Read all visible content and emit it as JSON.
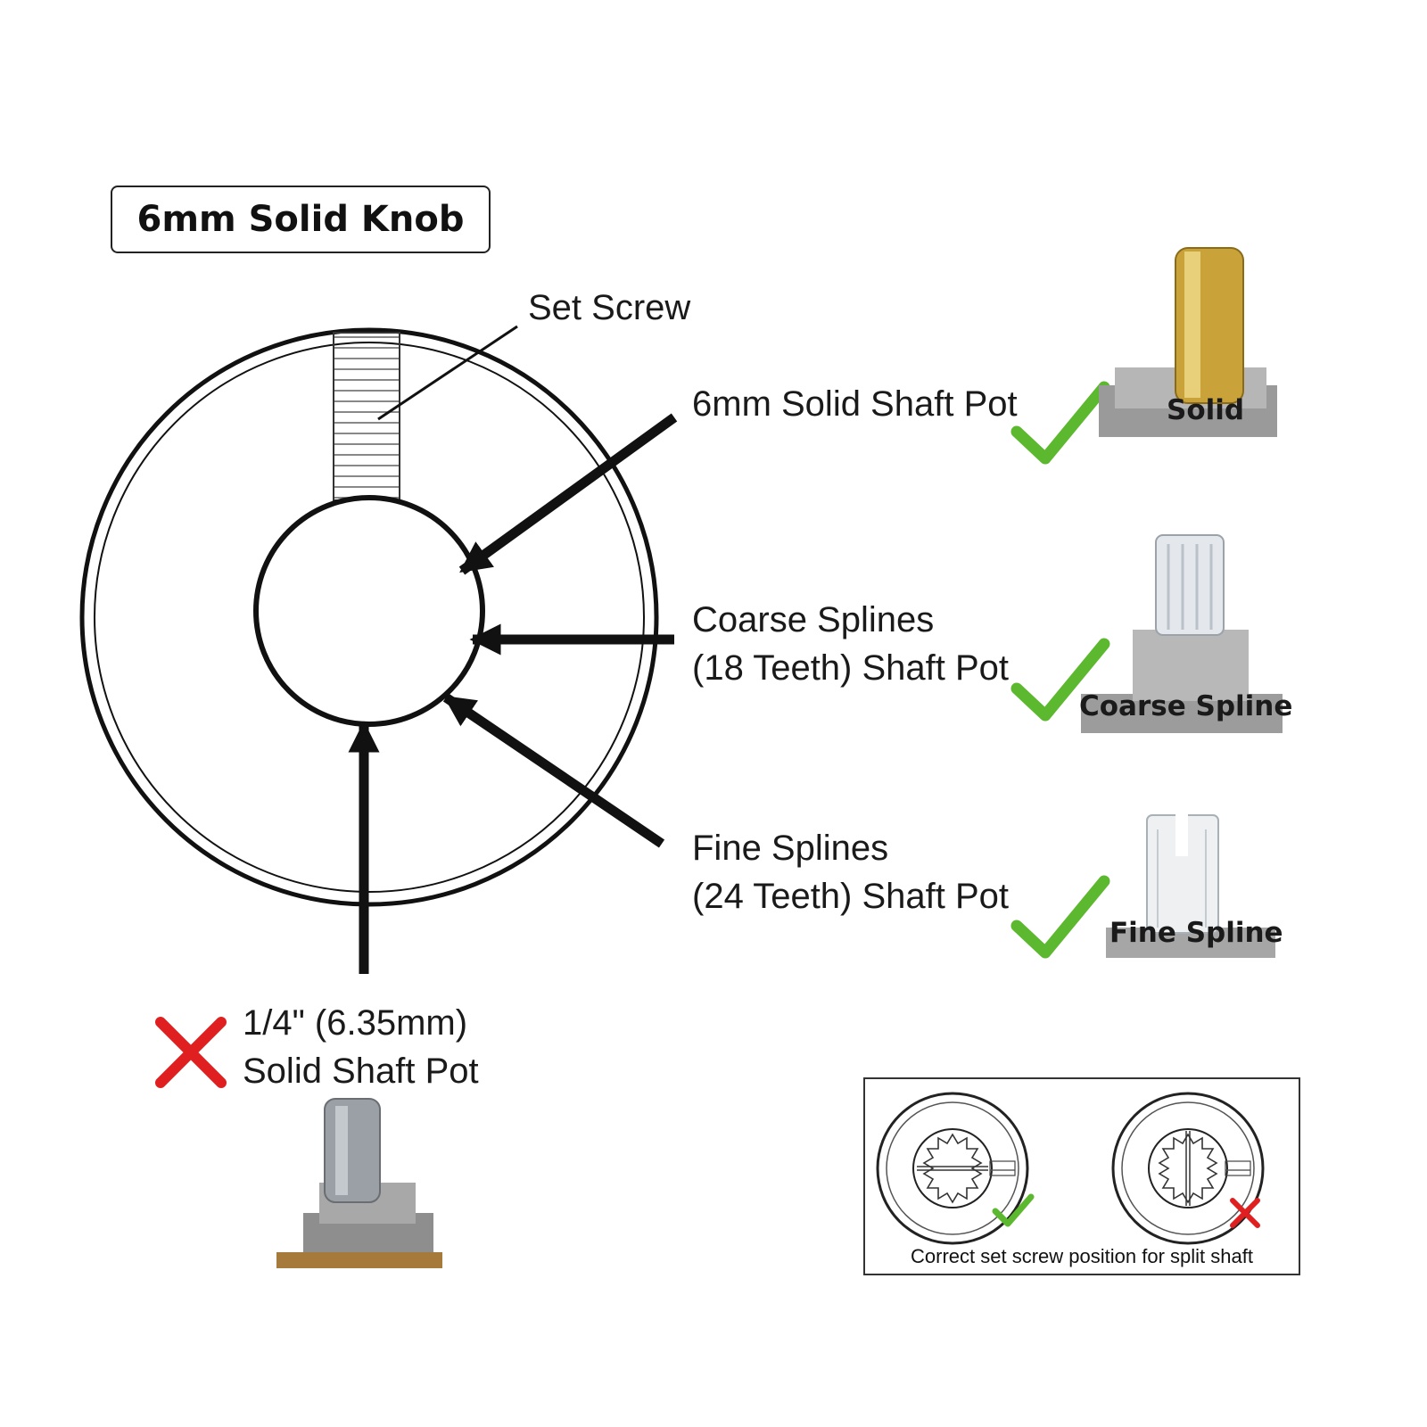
{
  "title": "6mm Solid Knob",
  "labels": {
    "set_screw": "Set Screw",
    "solid_shaft": "6mm Solid Shaft Pot",
    "coarse_line1": "Coarse Splines",
    "coarse_line2": "(18 Teeth) Shaft Pot",
    "fine_line1": "Fine Splines",
    "fine_line2": "(24 Teeth) Shaft Pot",
    "quarter_line1": "1/4\" (6.35mm)",
    "quarter_line2": "Solid Shaft Pot"
  },
  "photos": {
    "solid": "Solid",
    "coarse": "Coarse Spline",
    "fine": "Fine Spline"
  },
  "inset": {
    "caption": "Correct set screw position for split shaft"
  },
  "colors": {
    "check": "#5cb82e",
    "cross": "#e02020",
    "brass": "#c9a33a",
    "line": "#111111"
  }
}
